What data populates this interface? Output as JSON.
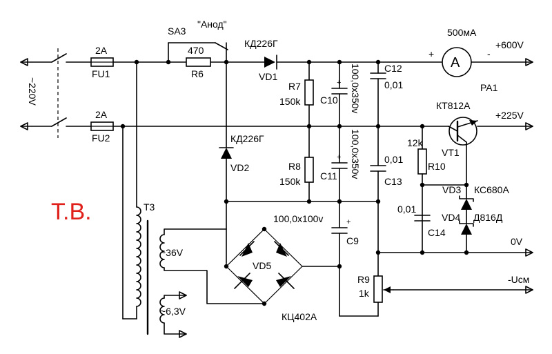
{
  "labels": {
    "input_voltage": "~220V",
    "fu1_rating": "2A",
    "fu1": "FU1",
    "fu2_rating": "2A",
    "fu2": "FU2",
    "sa3": "SA3",
    "sa3_note": "\"Анод\"",
    "r6_value": "470",
    "r6": "R6",
    "vd1_type": "КД226Г",
    "vd1": "VD1",
    "vd2_type": "КД226Г",
    "vd2": "VD2",
    "r7": "R7",
    "r7_value": "150k",
    "r8": "R8",
    "r8_value": "150k",
    "c10": "C10",
    "c10_value": "100,0x350v",
    "c11": "C11",
    "c11_value": "100,0x350v",
    "c12": "C12",
    "c12_value": "0,01",
    "c13": "C13",
    "c13_value": "0,01",
    "c9": "C9",
    "c9_value": "100,0x100v",
    "c14": "C14",
    "c14_value": "0,01",
    "meter_current": "500мА",
    "meter_symbol": "A",
    "pa1": "PA1",
    "plus_600": "+600V",
    "plus_225": "+225V",
    "vt1_type": "КТ812А",
    "vt1": "VT1",
    "r10": "R10",
    "r10_value": "12k",
    "vd3": "VD3",
    "vd3_type": "КС680А",
    "vd4": "VD4",
    "vd4_type": "Д816Д",
    "out_0v": "0V",
    "r9": "R9",
    "r9_value": "1k",
    "out_ucm": "-Uсм",
    "vd5": "VD5",
    "vd5_type": "КЦ402А",
    "t3": "Т3",
    "winding_36": "~36V",
    "winding_63": "~6,3V",
    "tv_mark": "Т.В.",
    "plus_sign": "+",
    "minus_sign": "-"
  },
  "colors": {
    "wire": "#000000",
    "tv_mark": "#e0201b",
    "background": "#ffffff"
  }
}
